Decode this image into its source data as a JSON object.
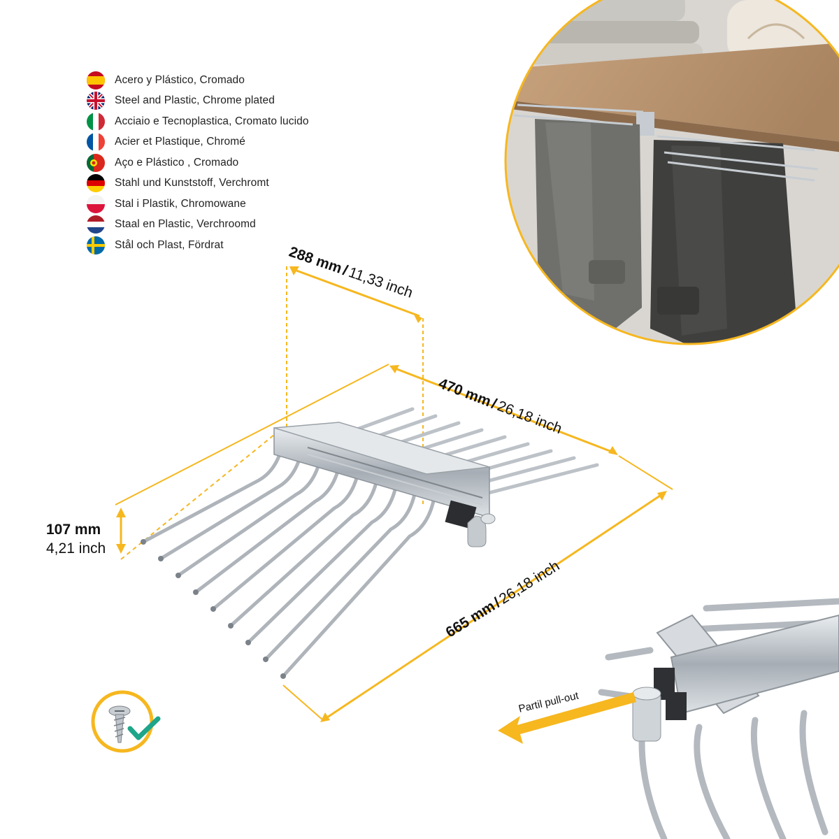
{
  "materials": [
    {
      "flag": "es-flag-icon",
      "text": "Acero y Plástico, Cromado"
    },
    {
      "flag": "gb-flag-icon",
      "text": "Steel and Plastic, Chrome plated"
    },
    {
      "flag": "it-flag-icon",
      "text": "Acciaio e Tecnoplastica, Cromato lucido"
    },
    {
      "flag": "fr-flag-icon",
      "text": "Acier et Plastique, Chromé"
    },
    {
      "flag": "pt-flag-icon",
      "text": "Aço e Plástico , Cromado"
    },
    {
      "flag": "de-flag-icon",
      "text": "Stahl und Kunststoff, Verchromt"
    },
    {
      "flag": "pl-flag-icon",
      "text": "Stal i Plastik, Chromowane"
    },
    {
      "flag": "nl-flag-icon",
      "text": "Staal en Plastic, Verchroomd"
    },
    {
      "flag": "se-flag-icon",
      "text": "Stål och Plast, Fördrat"
    }
  ],
  "dimensions": {
    "depth": {
      "mm": "288 mm",
      "sep": "/",
      "inch": "11,33 inch"
    },
    "width": {
      "mm": "470 mm",
      "sep": "/",
      "inch": "26,18 inch"
    },
    "length": {
      "mm": "665 mm",
      "sep": "/",
      "inch": "26,18 inch"
    },
    "height": {
      "mm": "107 mm",
      "inch": "4,21 inch"
    }
  },
  "pullout": {
    "label": "Partil pull-out"
  },
  "colors": {
    "accent": "#f6b71f",
    "chrome": "#b9bec4",
    "text": "#1f1f1f",
    "check": "#1ea58a"
  },
  "icons": [
    "screw-icon",
    "checkmark-icon",
    "arrow-left-icon"
  ]
}
